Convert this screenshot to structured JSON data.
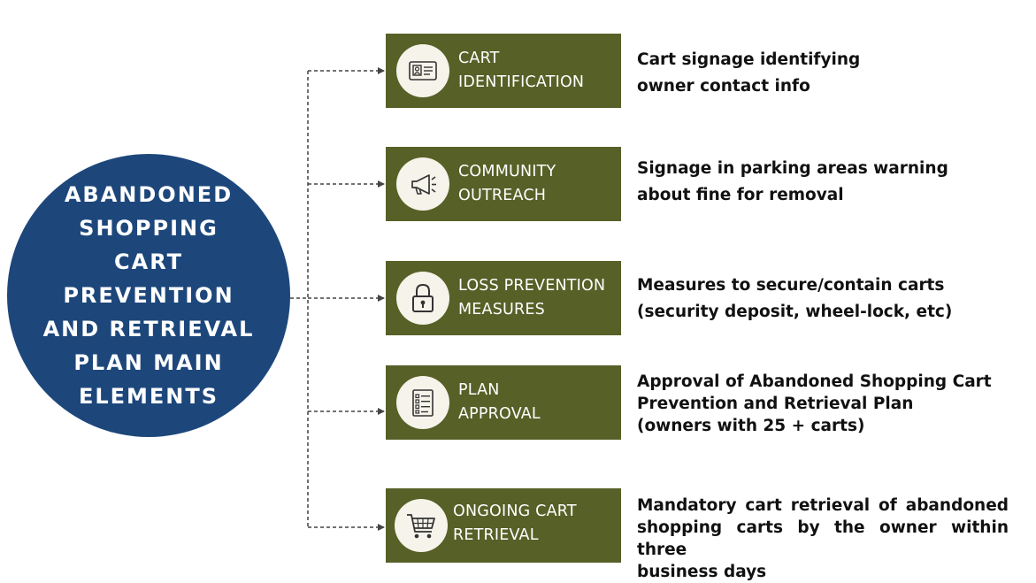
{
  "center": {
    "lines": [
      "ABANDONED",
      "SHOPPING",
      "CART",
      "PREVENTION",
      "AND RETRIEVAL",
      "PLAN MAIN",
      "ELEMENTS"
    ]
  },
  "elements": [
    {
      "icon": "id-card-icon",
      "title": [
        "CART",
        "IDENTIFICATION"
      ],
      "description": [
        "Cart signage identifying",
        "owner contact info"
      ]
    },
    {
      "icon": "megaphone-icon",
      "title": [
        "COMMUNITY",
        "OUTREACH"
      ],
      "description": [
        "Signage in parking areas warning",
        "about fine for removal"
      ]
    },
    {
      "icon": "padlock-icon",
      "title": [
        "LOSS PREVENTION",
        "MEASURES"
      ],
      "description": [
        "Measures to secure/contain carts",
        "(security deposit, wheel-lock, etc)"
      ]
    },
    {
      "icon": "checklist-icon",
      "title": [
        "PLAN",
        "APPROVAL"
      ],
      "description": [
        "Approval of Abandoned Shopping Cart",
        "Prevention and Retrieval Plan",
        "(owners with 25 + carts)"
      ]
    },
    {
      "icon": "shopping-cart-icon",
      "title": [
        "ONGOING CART",
        "RETRIEVAL"
      ],
      "description": [
        "Mandatory cart retrieval of abandoned",
        "shopping carts by the owner within three",
        "business days"
      ]
    }
  ],
  "colors": {
    "circle": "#1d477b",
    "box": "#576027",
    "connector": "#444444",
    "text": "#111111"
  }
}
